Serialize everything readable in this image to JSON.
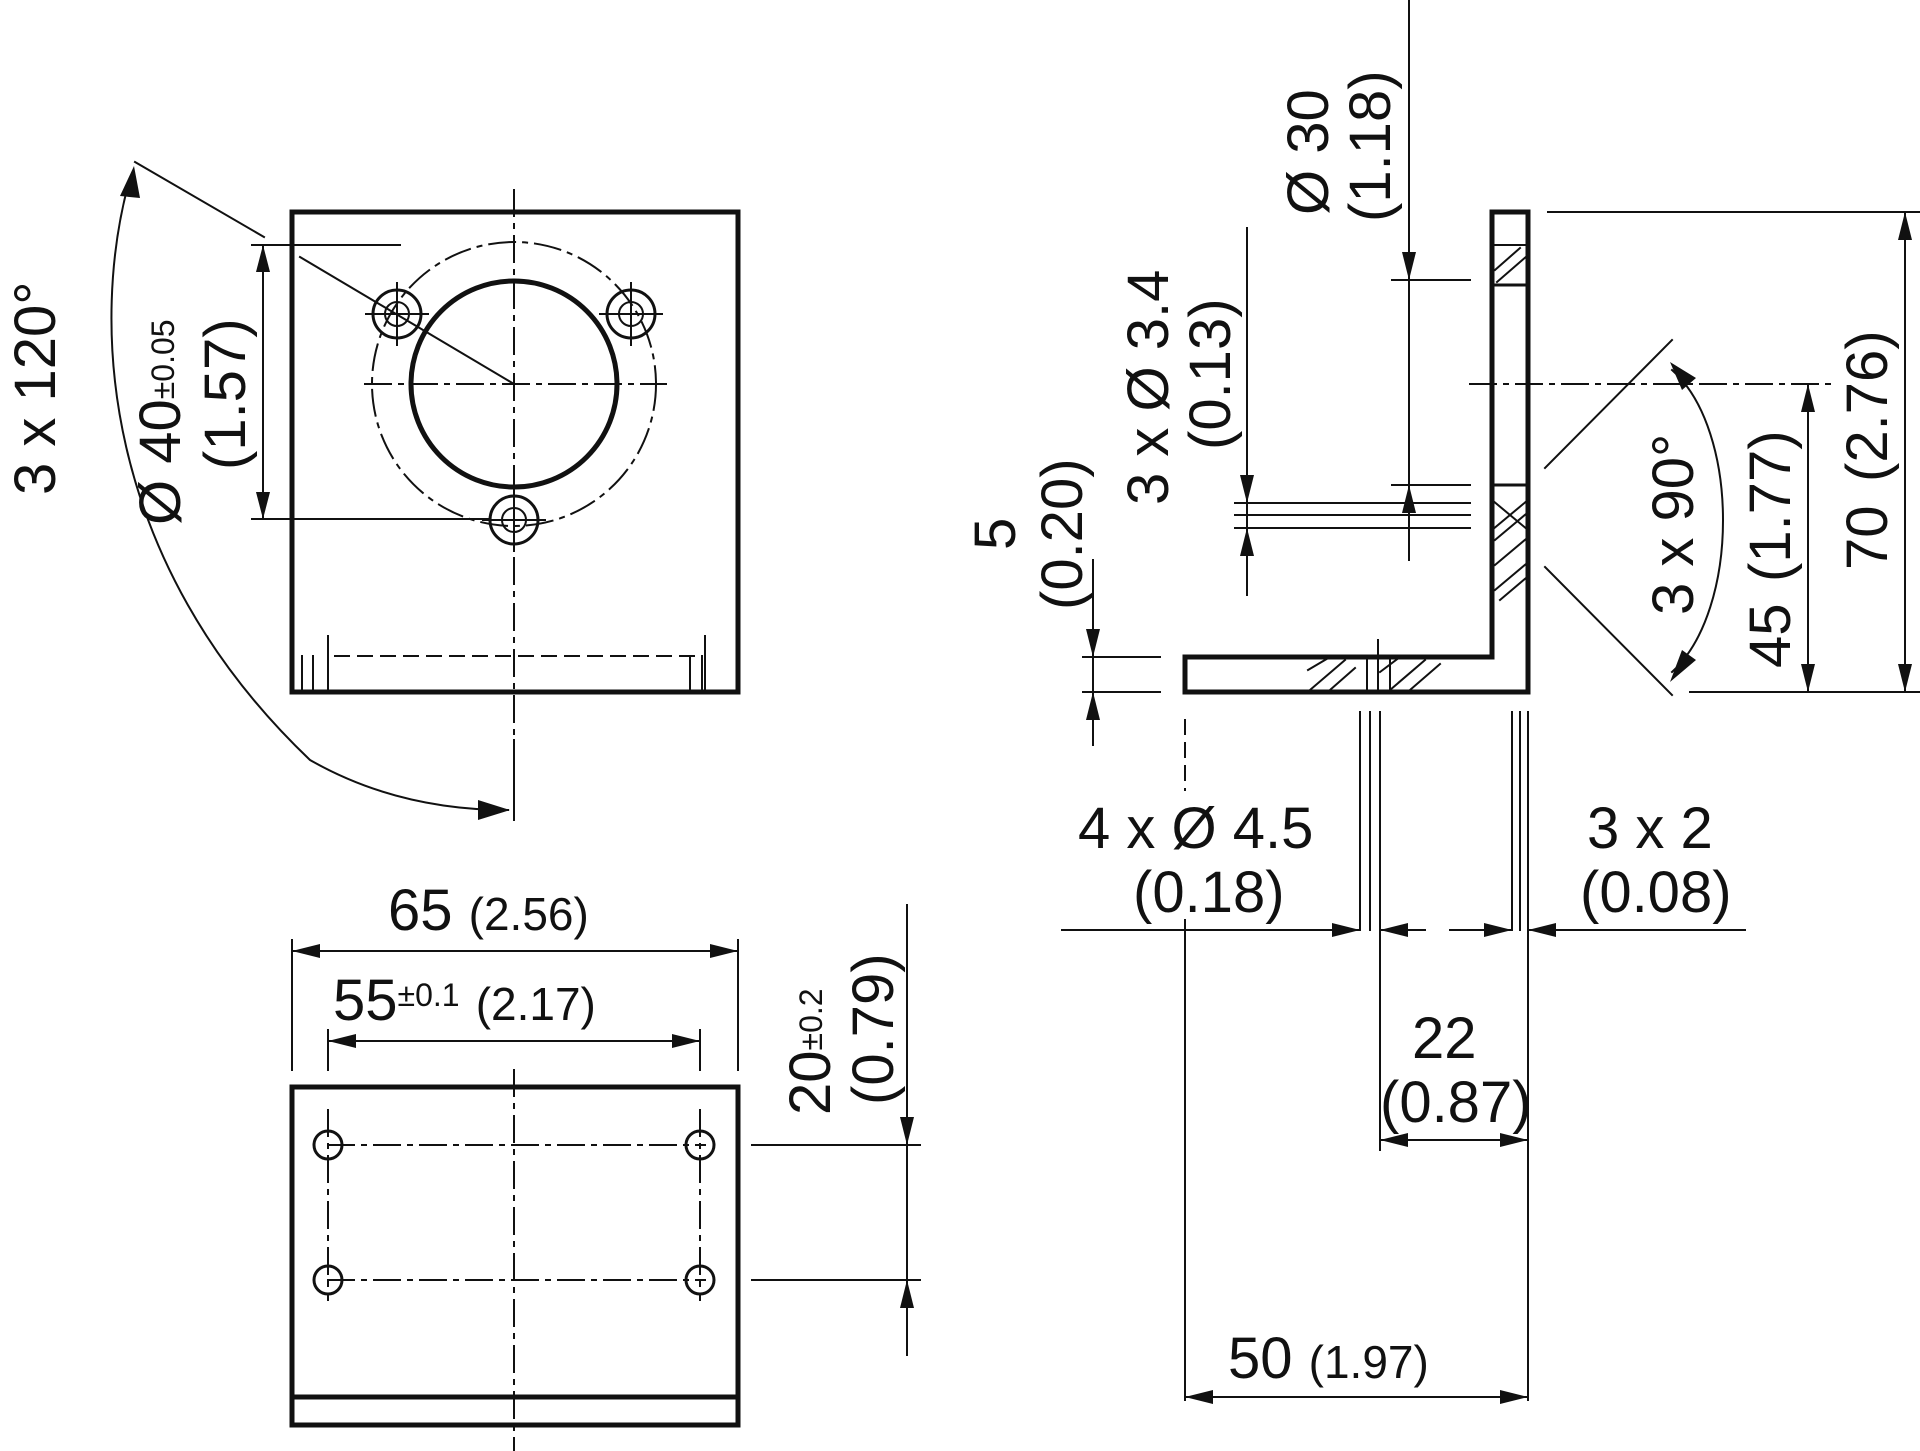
{
  "diagram": {
    "labels": {
      "angle_120": "3 x 120°",
      "dia40": "Ø 40",
      "dia40_tol": "±0.05",
      "dia40_in": "(1.57)",
      "w65": "65",
      "w65_in": "(2.56)",
      "w55": "55",
      "w55_tol": "±0.1",
      "w55_in": "(2.17)",
      "h20": "20",
      "h20_tol": "±0.2",
      "h20_in": "(0.79)",
      "dia30": "Ø 30",
      "dia30_in": "(1.18)",
      "dia34": "3 x Ø 3.4",
      "dia34_in": "(0.13)",
      "t5": "5",
      "t5_in": "(0.20)",
      "angle_90": "3 x 90°",
      "h45": "45",
      "h45_in": "(1.77)",
      "h70": "70",
      "h70_in": "(2.76)",
      "dia45": "4 x Ø 4.5",
      "dia45_in": "(0.18)",
      "t3x2": "3 x 2",
      "t3x2_in": "(0.08)",
      "d22": "22",
      "d22_in": "(0.87)",
      "w50": "50",
      "w50_in": "(1.97)"
    }
  }
}
